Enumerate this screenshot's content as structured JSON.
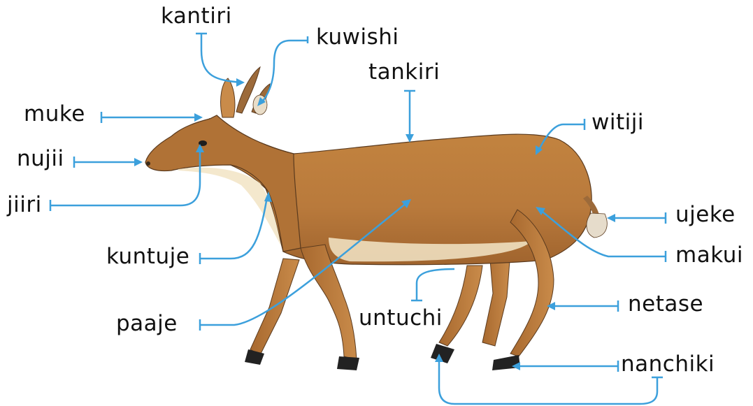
{
  "diagram": {
    "labels": {
      "kantiri": "kantiri",
      "kuwishi": "kuwishi",
      "tankiri": "tankiri",
      "muke": "muke",
      "witiji": "witiji",
      "nujii": "nujii",
      "jiiri": "jiiri",
      "ujeke": "ujeke",
      "kuntuje": "kuntuje",
      "makui": "makui",
      "netase": "netase",
      "paaje": "paaje",
      "untuchi": "untuchi",
      "nanchiki": "nanchiki"
    },
    "colors": {
      "leader": "#3ca0dc",
      "body": "#b97a3c",
      "body_dark": "#8a5326",
      "belly": "#f3e6c8",
      "hoof": "#222222",
      "outline": "#5a3a1e"
    }
  }
}
